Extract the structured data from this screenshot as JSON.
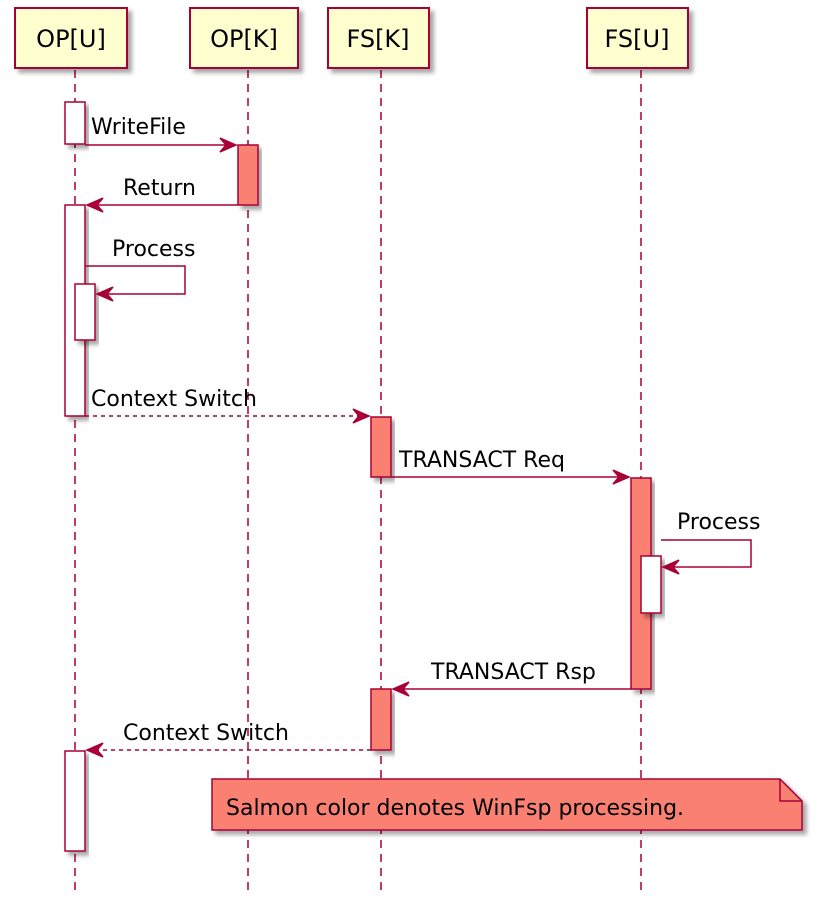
{
  "diagram": {
    "participants": [
      {
        "id": "opu",
        "label": "OP[U]"
      },
      {
        "id": "opk",
        "label": "OP[K]"
      },
      {
        "id": "fsk",
        "label": "FS[K]"
      },
      {
        "id": "fsu",
        "label": "FS[U]"
      }
    ],
    "messages": [
      {
        "label": "WriteFile",
        "from": "OP[U]",
        "to": "OP[K]",
        "style": "solid"
      },
      {
        "label": "Return",
        "from": "OP[K]",
        "to": "OP[U]",
        "style": "solid"
      },
      {
        "label": "Process",
        "from": "OP[U]",
        "to": "OP[U]",
        "style": "solid"
      },
      {
        "label": "Context Switch",
        "from": "OP[U]",
        "to": "FS[K]",
        "style": "dashed"
      },
      {
        "label": "TRANSACT Req",
        "from": "FS[K]",
        "to": "FS[U]",
        "style": "solid"
      },
      {
        "label": "Process",
        "from": "FS[U]",
        "to": "FS[U]",
        "style": "solid"
      },
      {
        "label": "TRANSACT Rsp",
        "from": "FS[U]",
        "to": "FS[K]",
        "style": "solid"
      },
      {
        "label": "Context Switch",
        "from": "FS[K]",
        "to": "OP[U]",
        "style": "dashed"
      }
    ],
    "note": {
      "text": "Salmon color denotes WinFsp processing."
    },
    "colors": {
      "participant_fill": "#FEFECE",
      "participant_border": "#A80036",
      "arrow": "#A80036",
      "lifeline": "#A80036",
      "activation_winfsp": "#FA8072",
      "activation_plain": "#FFFFFF",
      "note_fill": "#FA8072"
    }
  }
}
